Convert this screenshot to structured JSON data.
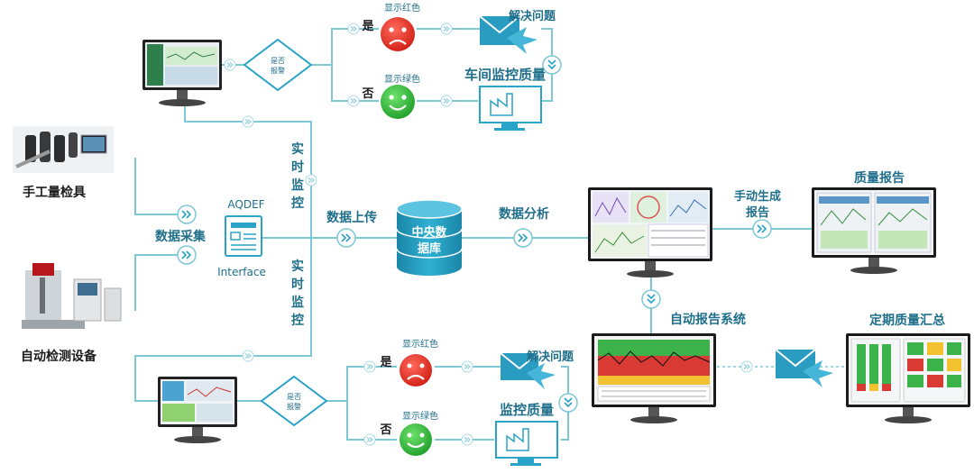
{
  "labels": {
    "manual_gauge": "手工量检具",
    "auto_device": "自动检测设备",
    "data_collect": "数据采集",
    "aqdef": "AQDEF",
    "interface": "Interface",
    "realtime_top": [
      "实",
      "时",
      "监",
      "控"
    ],
    "realtime_bottom": [
      "实",
      "时",
      "监",
      "控"
    ],
    "upload": "数据上传",
    "central_db": [
      "中央数",
      "据库"
    ],
    "analysis": "数据分析",
    "manual_gen": [
      "手动生成",
      "报告"
    ],
    "quality_report": "质量报告",
    "auto_report": "自动报告系统",
    "periodic_summary": "定期质量汇总"
  },
  "top_branch": {
    "alarm": [
      "是否",
      "报警"
    ],
    "yes": "是",
    "no": "否",
    "show_red": "显示红色",
    "show_green": "显示绿色",
    "solve": "解决问题",
    "monitor": "车间监控质量"
  },
  "bottom_branch": {
    "alarm": [
      "是否",
      "报警"
    ],
    "yes": "是",
    "no": "否",
    "show_red": "显示红色",
    "show_green": "显示绿色",
    "solve": "解决问题",
    "monitor": "监控质量"
  },
  "colors": {
    "accent": "#29a3c7",
    "line": "#7ec8d6",
    "text": "#1f6f8b",
    "red": "#e8342a",
    "green": "#31b53a",
    "db": "#2b9bbf"
  }
}
